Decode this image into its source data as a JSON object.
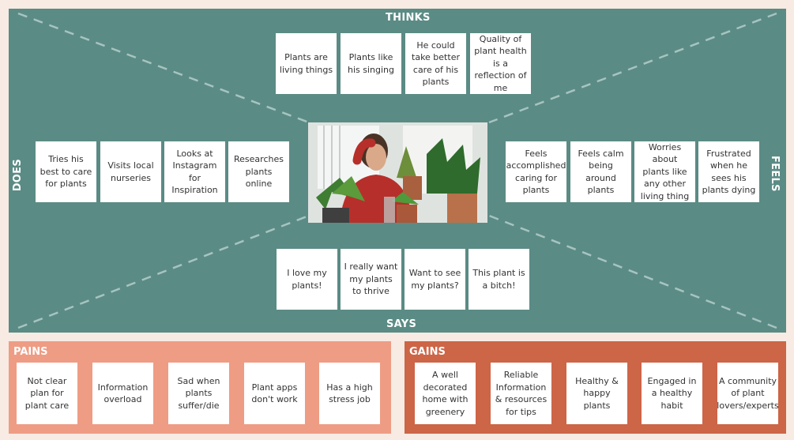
{
  "empathy_map": {
    "thinks": {
      "label": "THINKS",
      "notes": [
        "Plants are living things",
        "Plants like his singing",
        "He could take better care of his plants",
        "Quality of plant health is a reflection of me"
      ]
    },
    "does": {
      "label": "DOES",
      "notes": [
        "Tries his best to care for plants",
        "Visits local nurseries",
        "Looks at Instagram for Inspiration",
        "Researches plants online"
      ]
    },
    "feels": {
      "label": "FEELS",
      "notes": [
        "Feels accomplished caring for plants",
        "Feels calm being around plants",
        "Worries about plants like any other living thing",
        "Frustrated when he sees his plants dying"
      ]
    },
    "says": {
      "label": "SAYS",
      "notes": [
        "I love my plants!",
        "I really want my plants to thrive",
        "Want to see my plants?",
        "This plant is a bitch!"
      ]
    }
  },
  "pains": {
    "label": "PAINS",
    "notes": [
      "Not clear plan for plant care",
      "Information overload",
      "Sad when plants suffer/die",
      "Plant apps don't work",
      "Has a high stress job"
    ]
  },
  "gains": {
    "label": "GAINS",
    "notes": [
      "A well decorated home with greenery",
      "Reliable Information & resources for tips",
      "Healthy & happy plants",
      "Engaged in a healthy habit",
      "A community of plant lovers/experts"
    ]
  },
  "colors": {
    "map_background": "#5b8b85",
    "pains_background": "#ee9c84",
    "gains_background": "#cd6547",
    "page_background": "#f7ebe3"
  }
}
